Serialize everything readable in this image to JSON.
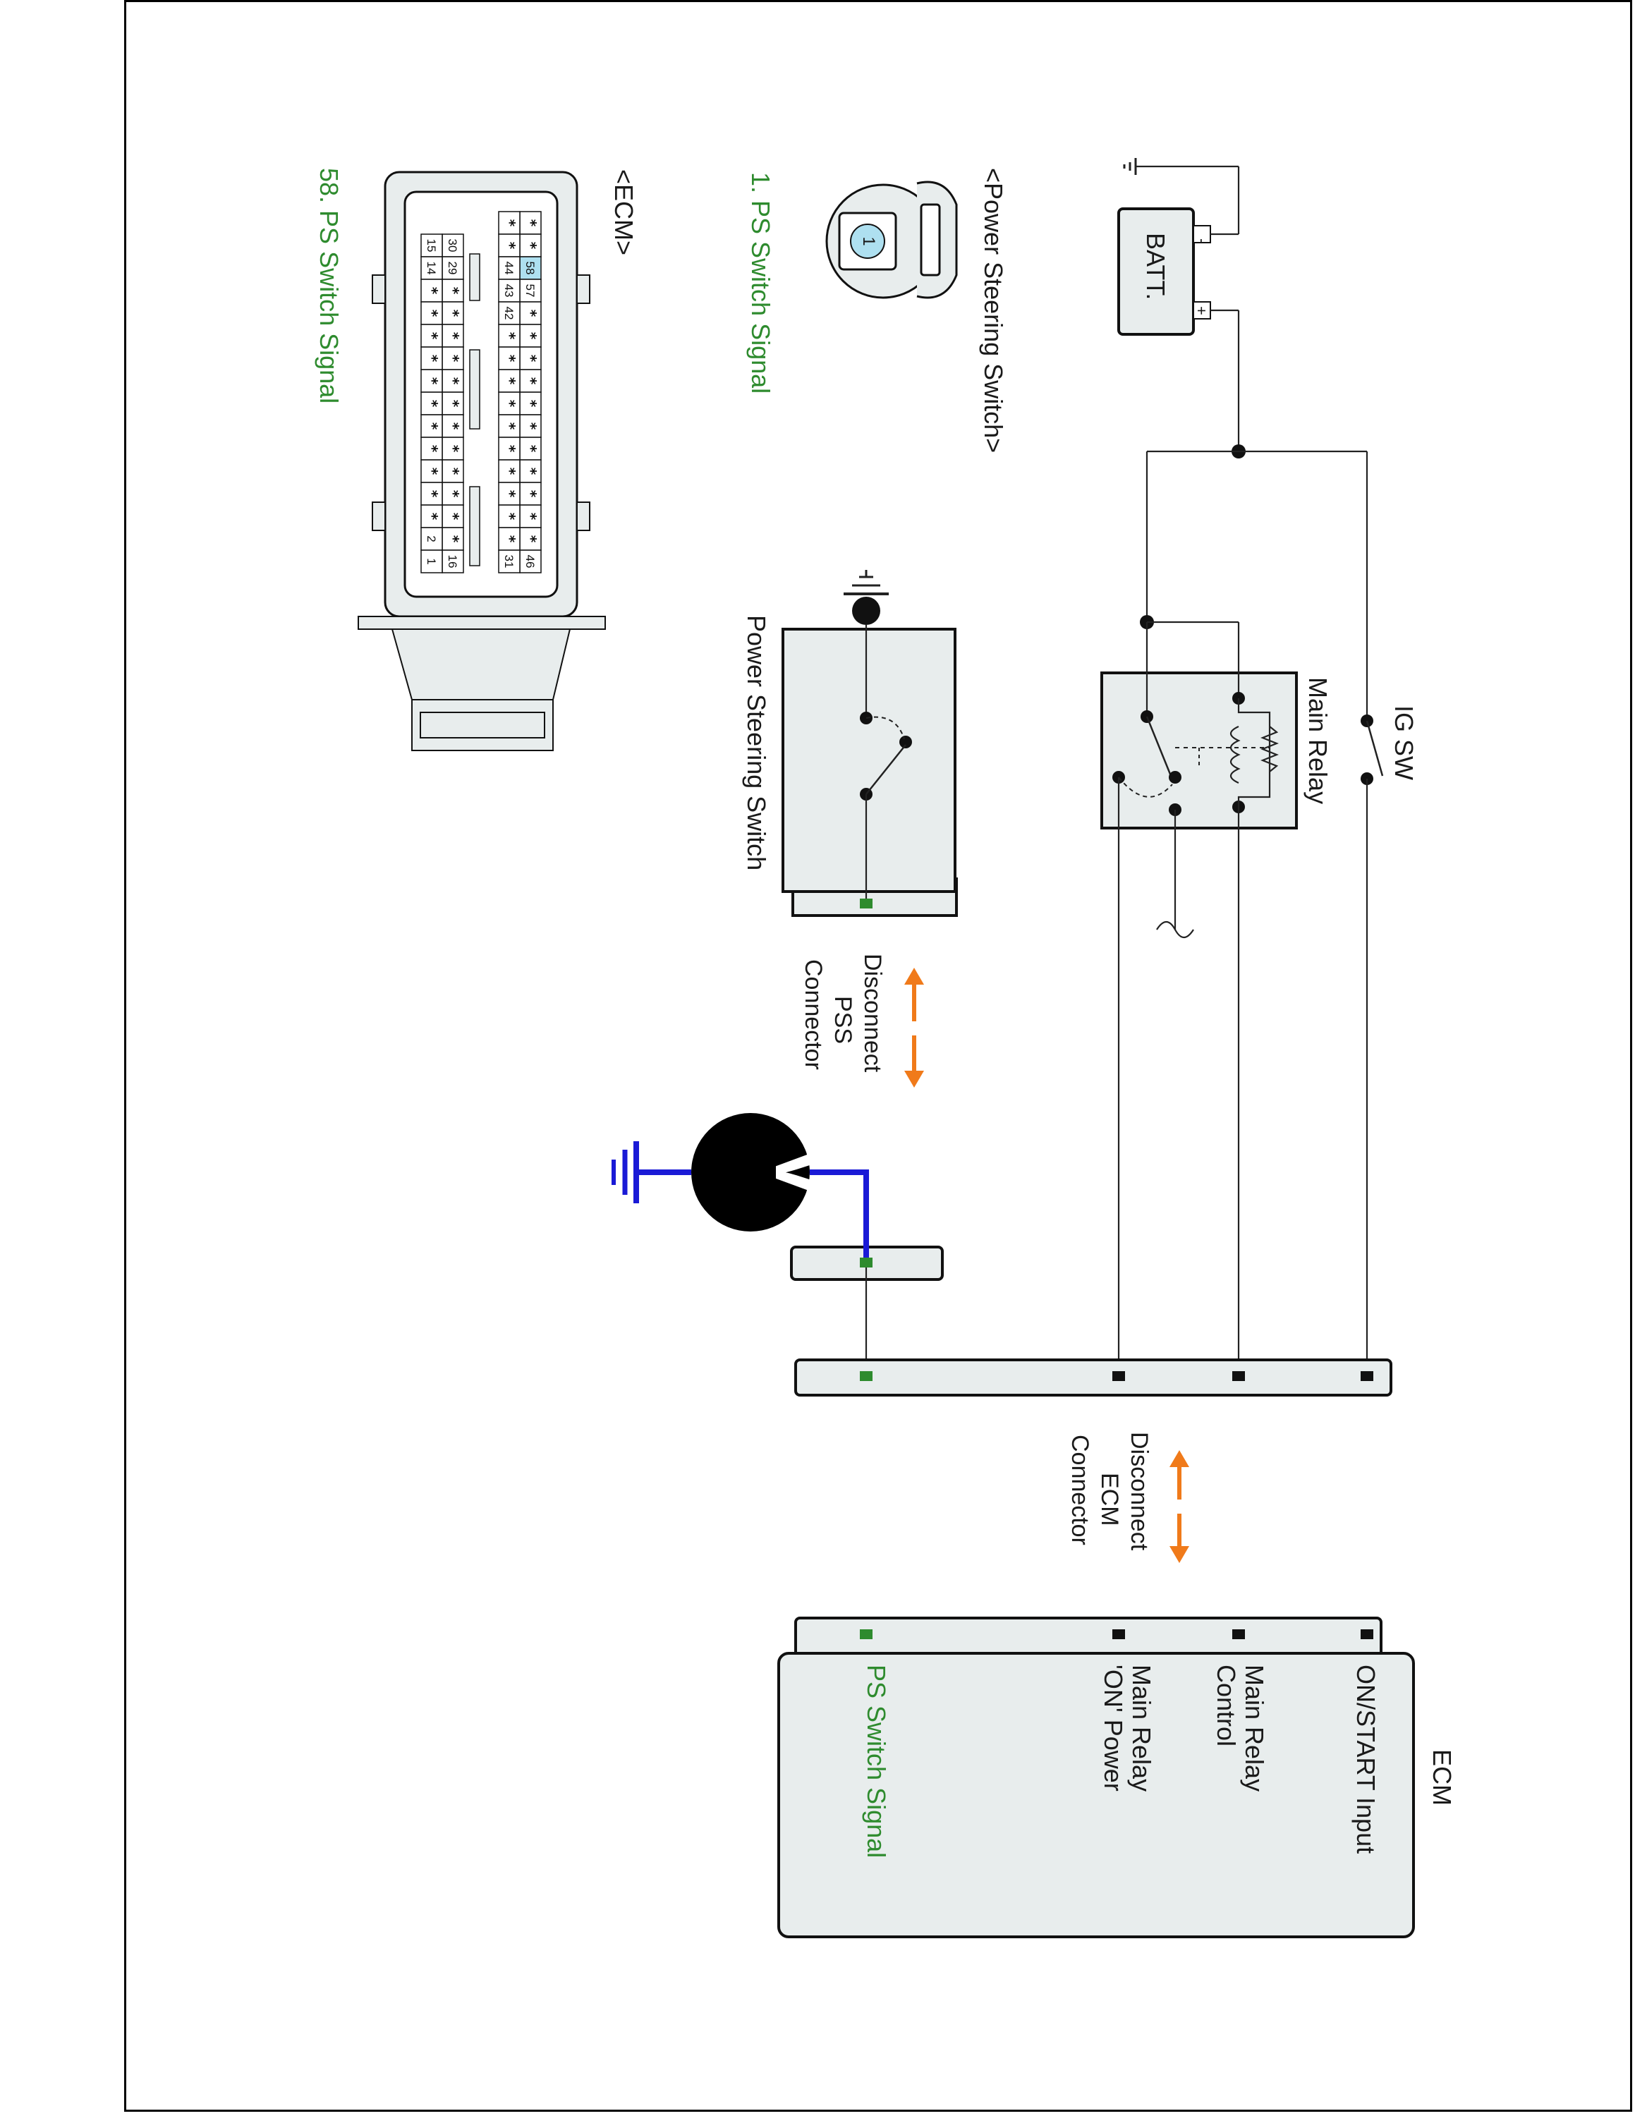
{
  "battery": {
    "label": "BATT.",
    "minus": "-",
    "plus": "+"
  },
  "ig_switch": {
    "label": "IG SW"
  },
  "main_relay": {
    "label": "Main Relay"
  },
  "power_steering_switch": {
    "label": "Power Steering Switch"
  },
  "pss_disconnect": {
    "line1": "Disconnect",
    "line2": "PSS",
    "line3": "Connector"
  },
  "ecm_disconnect": {
    "line1": "Disconnect",
    "line2": "ECM",
    "line3": "Connector"
  },
  "voltmeter": {
    "symbol": "V"
  },
  "ecm_module": {
    "title": "ECM",
    "pins": [
      "ON/START Input",
      "Main Relay\nControl",
      "Main Relay\n'ON' Power",
      "PS Switch Signal"
    ]
  },
  "pss_connector_view": {
    "title": "<Power Steering Switch>",
    "pin_number": "1",
    "caption": "1. PS Switch Signal"
  },
  "ecm_connector_view": {
    "title": "<ECM>",
    "caption": "58. PS Switch Signal",
    "row_labels": {
      "a_top": "46",
      "a_bottom": "31",
      "b_top": "16",
      "b_bottom": "1",
      "c": "2",
      "d": [
        "58",
        "57"
      ],
      "e": [
        "44",
        "43",
        "42"
      ],
      "f": [
        "30",
        "29"
      ],
      "g": [
        "15",
        "14"
      ]
    }
  },
  "colors": {
    "wire": "#222222",
    "green": "#2e8b2e",
    "orange": "#f07a1a",
    "blue": "#1a1ad6",
    "box_fill": "#e8eded",
    "highlight": "#aee0f0"
  },
  "icons": [
    "ground-icon",
    "battery-icon",
    "relay-coil-icon",
    "switch-icon",
    "voltmeter-icon",
    "arrow-icon"
  ]
}
